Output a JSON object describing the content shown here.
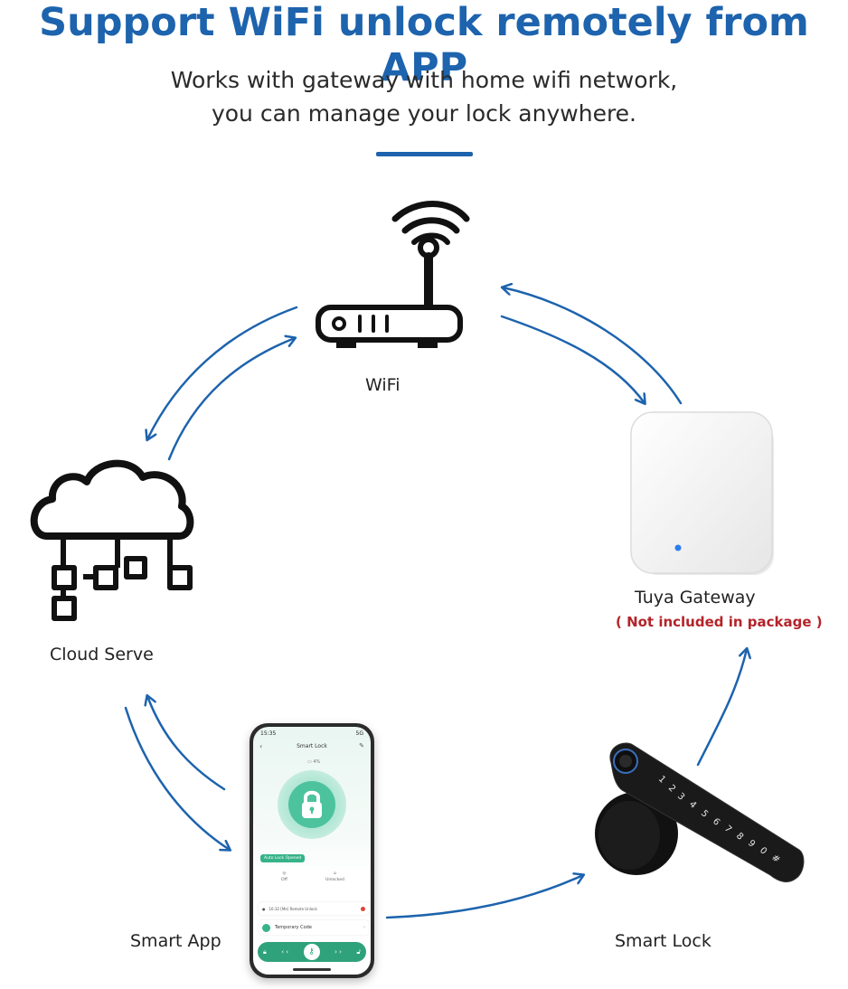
{
  "header": {
    "title": "Support WiFi unlock remotely from APP",
    "subtitle_line1": "Works with  gateway with home wifi network,",
    "subtitle_line2": "you can manage your lock anywhere."
  },
  "nodes": {
    "wifi": {
      "label": "WiFi",
      "icon": "wifi-router-icon"
    },
    "gateway": {
      "label_part1": "Tuya",
      "label_part2": "Gateway",
      "note": "( Not included in package )",
      "icon": "tuya-gateway-device"
    },
    "cloud": {
      "label": "Cloud Serve",
      "icon": "cloud-server-icon"
    },
    "app": {
      "label": "Smart App",
      "icon": "smartphone-app"
    },
    "lock": {
      "label": "Smart Lock",
      "icon": "smart-lock-device"
    }
  },
  "phone_screen": {
    "time": "15:35",
    "signal": "5G",
    "title": "Smart Lock",
    "battery": "▭ 4%",
    "auto_lock": "Auto Lock Opened",
    "mode_left": "Off",
    "mode_right": "Unlocked",
    "log": "16:32  [Me]  Remote Unlock",
    "temporary_code": "Temporary Code"
  },
  "keypad_digits": [
    "1",
    "2",
    "3",
    "4",
    "5",
    "6",
    "7",
    "8",
    "9",
    "0",
    "#"
  ],
  "colors": {
    "accent": "#1d63ad",
    "note_red": "#b3242a",
    "app_green": "#36b389"
  }
}
